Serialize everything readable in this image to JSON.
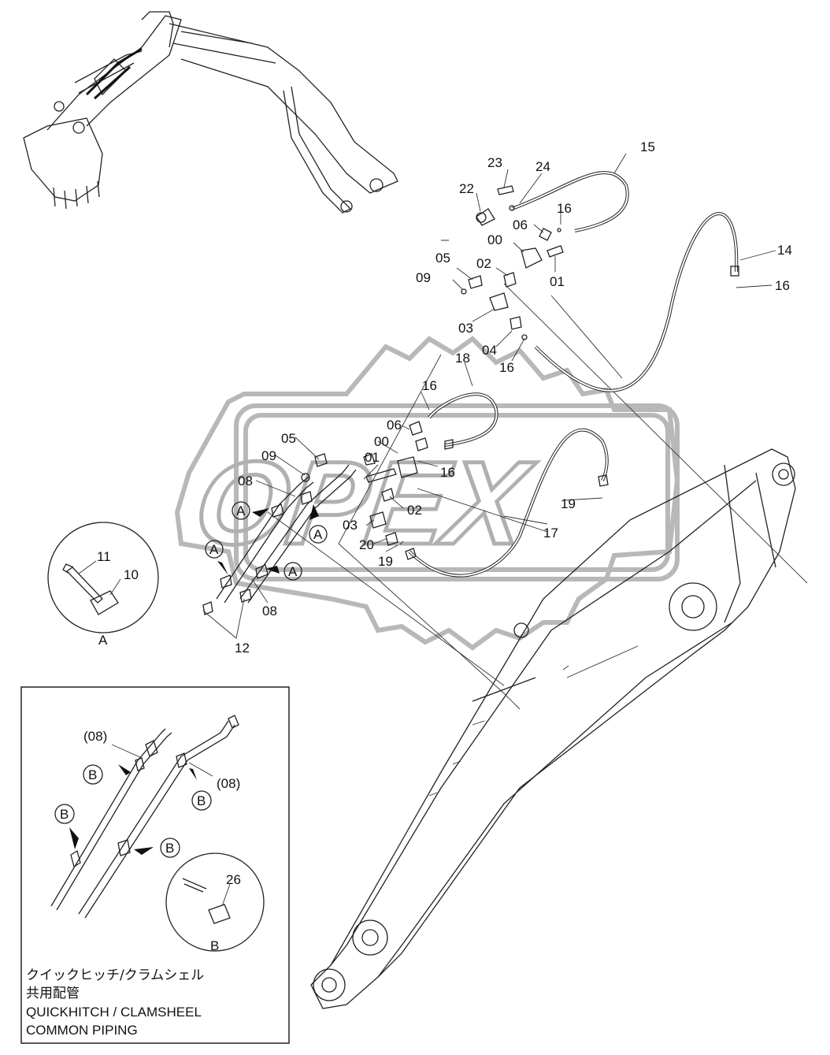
{
  "watermark": {
    "text": "OPEX"
  },
  "callouts": {
    "c00a": "00",
    "c01a": "01",
    "c02a": "02",
    "c03a": "03",
    "c04": "04",
    "c05a": "05",
    "c06a": "06",
    "c09a": "09",
    "c14": "14",
    "c15": "15",
    "c16a": "16",
    "c16b": "16",
    "c16c": "16",
    "c16d": "16",
    "c16e": "16",
    "c18": "18",
    "c22": "22",
    "c23": "23",
    "c24": "24",
    "c00b": "00",
    "c01b": "01",
    "c02b": "02",
    "c03b": "03",
    "c05b": "05",
    "c06b": "06",
    "c08a": "08",
    "c08b": "08",
    "c09b": "09",
    "c17": "17",
    "c19a": "19",
    "c19b": "19",
    "c20": "20",
    "c10": "10",
    "c11": "11",
    "c12": "12"
  },
  "detail_markers": {
    "a1": "A",
    "a2": "A",
    "a3": "A",
    "a4": "A",
    "a_view": "A",
    "b1": "B",
    "b2": "B",
    "b3": "B",
    "b4": "B",
    "b_view": "B"
  },
  "inset": {
    "ref08_left": "(08)",
    "ref08_right": "(08)",
    "c26": "26",
    "caption_jp_line1": "クイックヒッチ/クラムシェル",
    "caption_jp_line2": "共用配管",
    "caption_en_line1": "QUICKHITCH / CLAMSHEEL",
    "caption_en_line2": "COMMON  PIPING"
  }
}
